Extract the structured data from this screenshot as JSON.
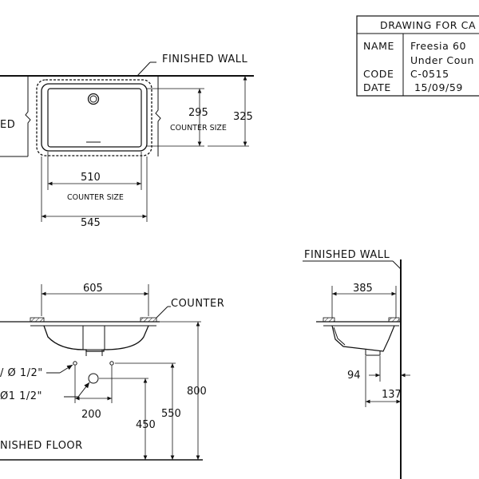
{
  "title_block": {
    "heading": "DRAWING FOR CA",
    "rows": [
      {
        "key": "NAME",
        "value": "Freesia 60"
      },
      {
        "key": "",
        "value": "Under Coun"
      },
      {
        "key": "CODE",
        "value": "C-0515"
      },
      {
        "key": "DATE",
        "value": "15/09/59"
      }
    ]
  },
  "plan_view": {
    "finished_wall": "FINISHED WALL",
    "left_partial": "ED",
    "dim_depth_counter": "295",
    "counter_size_right": "COUNTER SIZE",
    "dim_depth_overall": "325",
    "dim_width_counter": "510",
    "counter_size_below": "COUNTER SIZE",
    "dim_width_overall": "545"
  },
  "front_view": {
    "dim_605": "605",
    "counter_label": "COUNTER",
    "pipe_small": "Ø 1/2\"",
    "pipe_large": "Ø1 1/2\"",
    "dim_200": "200",
    "dim_450": "450",
    "dim_550": "550",
    "dim_800": "800",
    "finished_floor": "NISHED FLOOR"
  },
  "side_view": {
    "finished_wall": "FINISHED WALL",
    "dim_385": "385",
    "dim_94": "94",
    "dim_137": "137"
  }
}
